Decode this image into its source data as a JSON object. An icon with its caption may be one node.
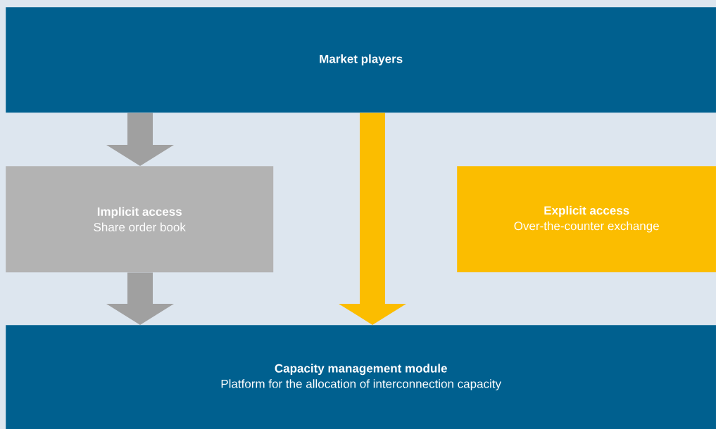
{
  "diagram": {
    "nodes": [
      {
        "text": [
          "Market players"
        ]
      },
      {
        "text": [
          "Implicit access",
          "Share order book"
        ]
      },
      {
        "text": [
          "Explicit access",
          "Over-the-counter exchange"
        ]
      },
      {
        "text": [
          "Capacity management module",
          "Platform for the allocation of interconnection capacity"
        ]
      }
    ],
    "edges": [
      {
        "from": 0,
        "to": 1,
        "arrow": "to"
      },
      {
        "from": 1,
        "to": 3,
        "arrow": "to"
      },
      {
        "from": 0,
        "to": 3,
        "arrow": "to",
        "color": "#fbbd00"
      }
    ]
  }
}
